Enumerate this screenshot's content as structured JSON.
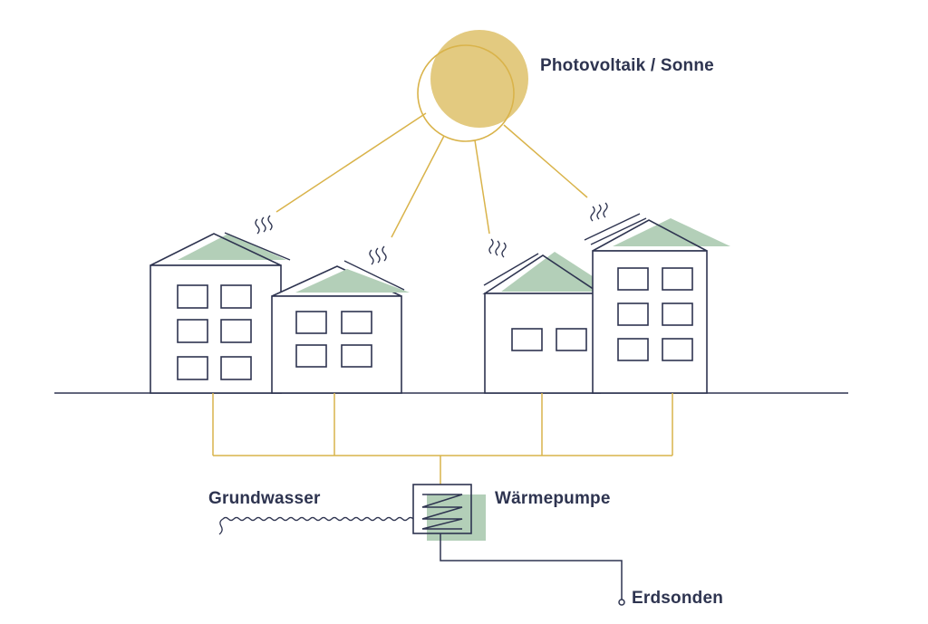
{
  "labels": {
    "sun": "Photovoltaik / Sonne",
    "groundwater": "Grundwasser",
    "heat_pump": "Wärmepumpe",
    "ground_probes": "Erdsonden"
  },
  "colors": {
    "outline": "#2e3450",
    "sun_fill": "#e0c472",
    "connection": "#d9b34a",
    "panel_green": "#b3cfb8",
    "background": "#ffffff"
  }
}
